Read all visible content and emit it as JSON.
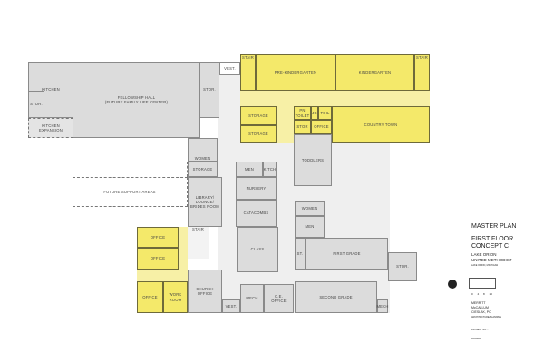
{
  "rooms": {
    "kitchen": "KITCHEN",
    "stor_kitchen": "STOR.",
    "kitchen_expansion": "KITCHEN\nEXPANSION",
    "fellowship_hall": "FELLOWSHIP HALL\n(FUTURE FAMILY LIFE CENTER)",
    "stor_hall": "STOR.",
    "vest_top": "VEST.",
    "stair_left": "STAIR",
    "pre_k": "PRE-KINDERGARTEN",
    "kindergarten": "KINDERGARTEN",
    "stair_right": "STAIR",
    "storage_1": "STORAGE",
    "storage_2": "STORAGE",
    "pn_toilet": "PN\nTOILET",
    "jc": "JC",
    "toil": "TOIL",
    "stor_small": "STOR",
    "office_small": "OFFICE",
    "country_town": "COUNTRY TOWN",
    "toddlers": "TODDLERS",
    "women_1": "WOMEN",
    "storage_3": "STORAGE",
    "future_support": "FUTURE SUPPORT AREAS",
    "men_1": "MEN",
    "kitch": "KITCH",
    "nursery": "NURSERY",
    "catacombs": "CATACOMBS",
    "library": "LIBRARY/\nLOUNGE/\nBRIDES ROOM",
    "women_2": "WOMEN",
    "men_2": "MEN",
    "office_1": "OFFICE",
    "office_2": "OFFICE",
    "office_3": "OFFICE",
    "work_room": "WORK\nROOM",
    "stair_mid": "STAIR",
    "church_office": "CHURCH\nOFFICE",
    "vest_bottom": "VEST.",
    "class": "CLASS",
    "mech_1": "MECH",
    "ce_office": "C.E.\nOFFICE",
    "st": "ST.",
    "first_grade": "FIRST GRADE",
    "stor_right": "STOR.",
    "second_grade": "SECOND GRADE",
    "mech_2": "MECH"
  },
  "title_block": {
    "title": "MASTER PLAN",
    "subtitle1": "FIRST FLOOR",
    "subtitle2": "CONCEPT C",
    "church1": "LAKE ORION",
    "church2": "UNITED METHODIST",
    "location": "LAKE ORION, MICHIGAN",
    "scale": [
      "0",
      "4",
      "8",
      "16"
    ],
    "firm1": "MERRITT",
    "firm2": "McCALLUM",
    "firm3": "CIESLAK, PC",
    "firm4": "ARCHITECTURE/PLANNING",
    "project": "PROJECT NO. -",
    "date": "JANUARY"
  }
}
